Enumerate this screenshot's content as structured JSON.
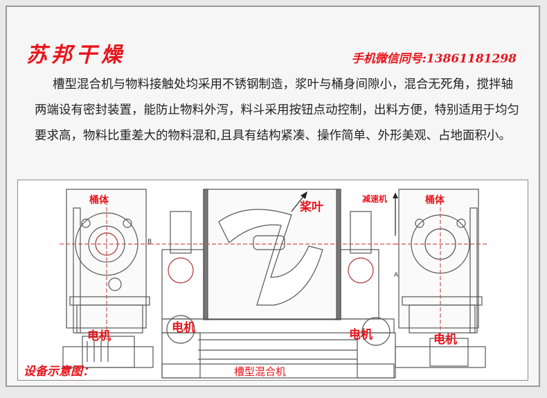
{
  "header": {
    "brand": "苏邦干燥",
    "phone": "手机微信同号:13861181298"
  },
  "description": "槽型混合机与物料接触处均采用不锈钢制造，浆叶与桶身间隙小，混合无死角，搅拌轴两端设有密封装置，能防止物料外泻，料斗采用按钮点动控制，出料方便，特别适用于均匀要求高，物料比重差大的物料混和,且具有结构紧凑、操作简单、外形美观、占地面积小。",
  "diagram": {
    "labels": {
      "barrel_left": "桶体",
      "barrel_right": "桶体",
      "paddle": "桨叶",
      "reducer": "减速机",
      "motor_1": "电机",
      "motor_2": "电机",
      "motor_3": "电机",
      "motor_4": "电机",
      "view_b": "B",
      "view_a": "A"
    },
    "caption_left": "设备示意图：",
    "caption": "槽型混合机"
  }
}
